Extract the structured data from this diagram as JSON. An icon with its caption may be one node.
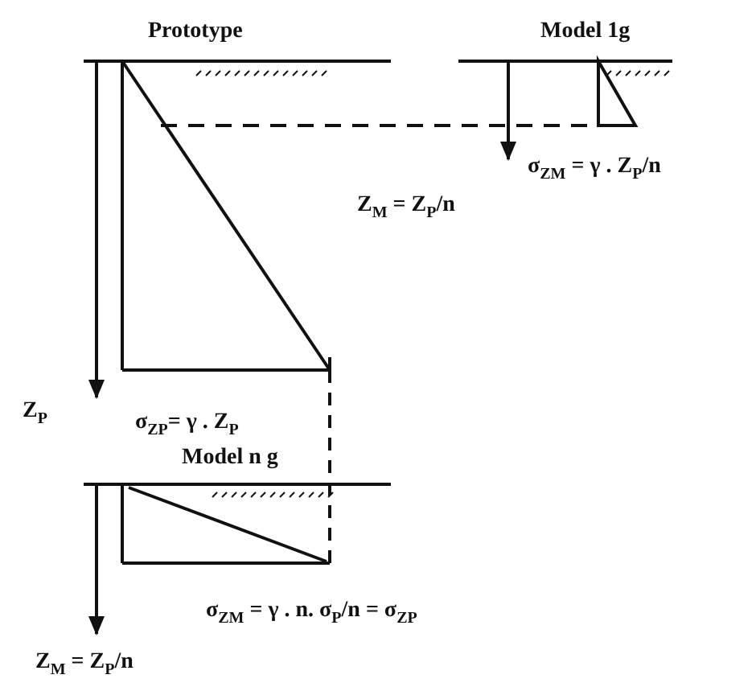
{
  "diagram": {
    "labels": [
      "Prototype",
      "Model 1g",
      "σ$_{ZM}$ = γ . Z$_{P}$/n",
      "Z$_{M}$ = Z$_{P}$/n",
      "Z$_{P}$",
      "σ$_{ZP}$= γ . Z$_{P}$",
      "Model n g",
      "σ$_{ZM}$ = γ . n. σ$_{P}$/n = σ$_{ZP}$",
      "Z$_{M}$ = Z$_{P}$/n"
    ]
  }
}
